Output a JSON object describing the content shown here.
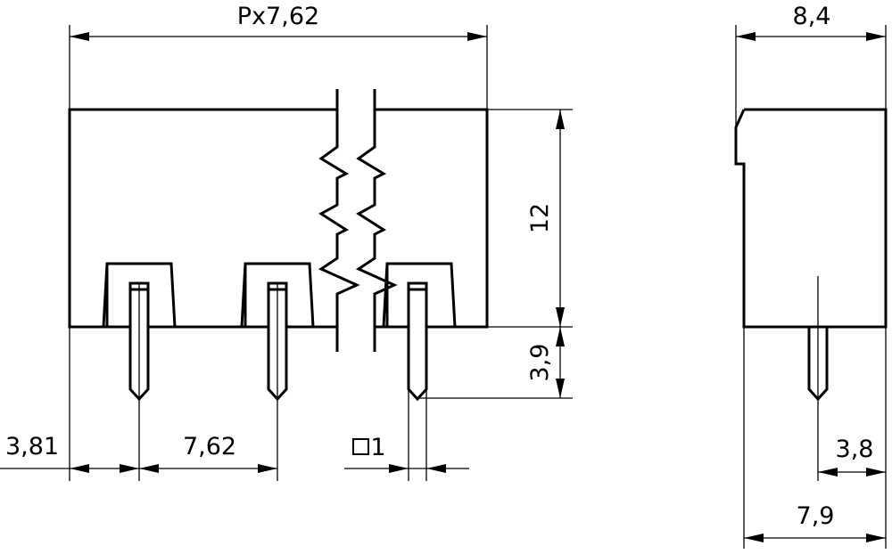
{
  "dimensions": {
    "pitch_total": "Px7,62",
    "depth_total": "8,4",
    "height": "12",
    "pin_length": "3,9",
    "edge_offset": "3,81",
    "pitch": "7,62",
    "pin_square": "1",
    "side_pin_offset": "3,8",
    "side_width": "7,9"
  },
  "colors": {
    "line": "#000000",
    "background": "#ffffff"
  },
  "icons": {
    "square": "square-symbol-icon"
  }
}
